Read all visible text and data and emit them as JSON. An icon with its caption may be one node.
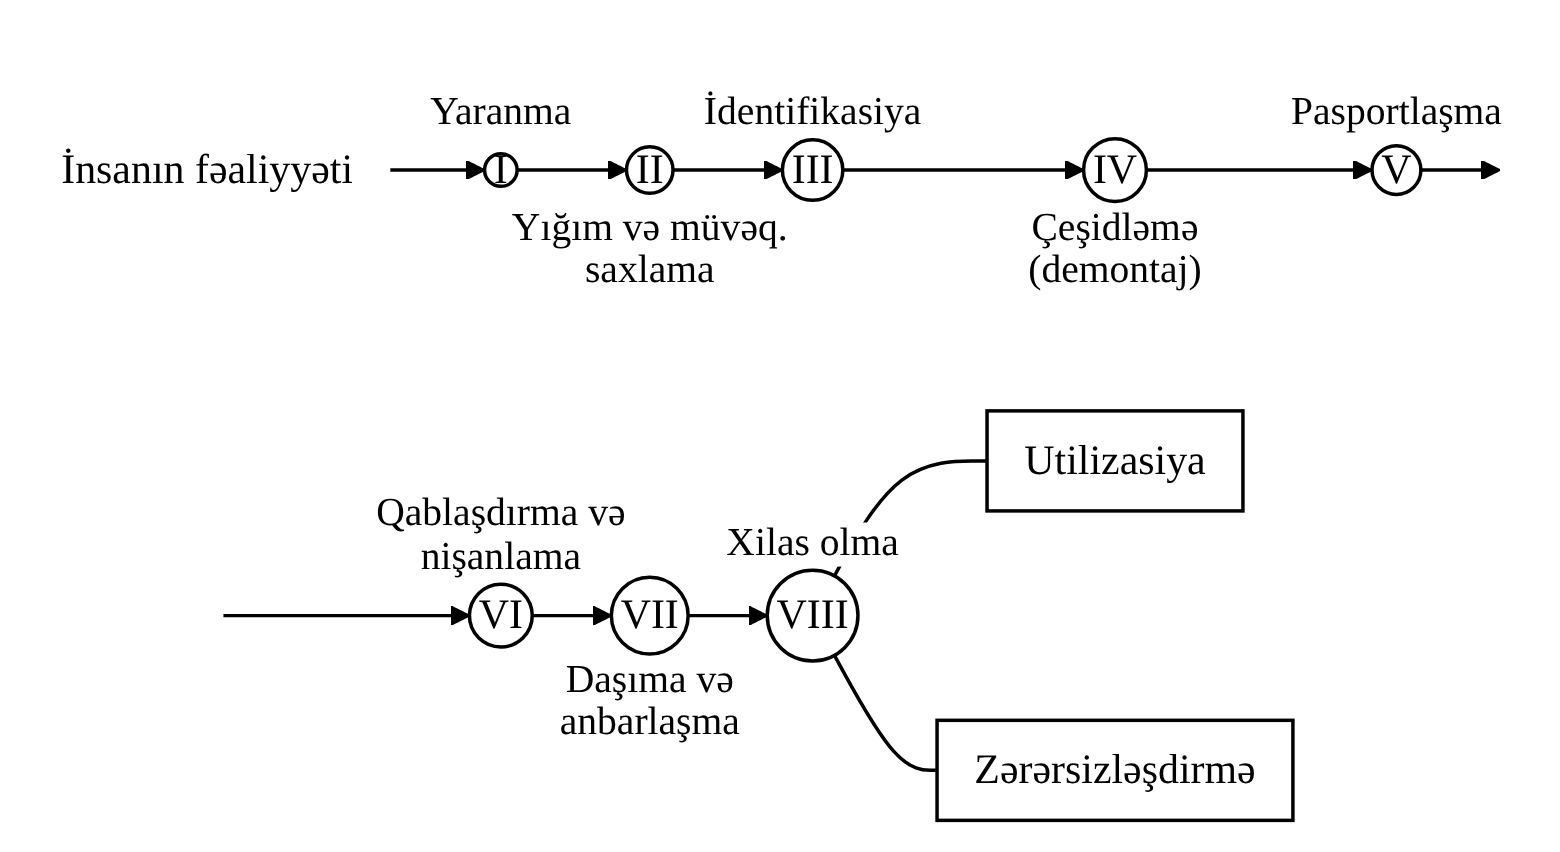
{
  "diagram": {
    "nodes": [
      {
        "text": [
          "İnsanın fəaliyyəti"
        ]
      },
      {
        "text": [
          "I"
        ],
        "beside": [
          "Yaranma"
        ]
      },
      {
        "text": [
          "II"
        ],
        "beside": [
          "Yığım və müvəq. saxlama"
        ]
      },
      {
        "text": [
          "III"
        ],
        "beside": [
          "İdentifikasiya"
        ]
      },
      {
        "text": [
          "IV"
        ],
        "beside": [
          "Çeşidləmə (demontaj)"
        ]
      },
      {
        "text": [
          "V"
        ],
        "beside": [
          "Pasportlaşma"
        ]
      },
      {
        "text": [
          "VI"
        ],
        "beside": [
          "Qablaşdırma və nişanlama"
        ]
      },
      {
        "text": [
          "VII"
        ],
        "beside": [
          "Daşıma və anbarlaşma"
        ]
      },
      {
        "text": [
          "VIII"
        ],
        "beside": [
          "Xilas olma"
        ]
      },
      {
        "text": [
          "Utilizasiya"
        ]
      },
      {
        "text": [
          "Zərərsizləşdirmə"
        ]
      }
    ],
    "edges": [
      {
        "from": 0,
        "to": 1,
        "arrow": "to"
      },
      {
        "from": 1,
        "to": 2,
        "arrow": "to"
      },
      {
        "from": 2,
        "to": 3,
        "arrow": "to"
      },
      {
        "from": 3,
        "to": 4,
        "arrow": "to"
      },
      {
        "from": 4,
        "to": 5,
        "arrow": "to"
      },
      {
        "from": 5,
        "to": null,
        "arrow": "to"
      },
      {
        "from": null,
        "to": 6,
        "arrow": "to"
      },
      {
        "from": 6,
        "to": 7,
        "arrow": "to"
      },
      {
        "from": 7,
        "to": 8,
        "arrow": "to"
      },
      {
        "from": 8,
        "to": 9,
        "arrow": "none"
      },
      {
        "from": 8,
        "to": 10,
        "arrow": "none"
      }
    ]
  }
}
